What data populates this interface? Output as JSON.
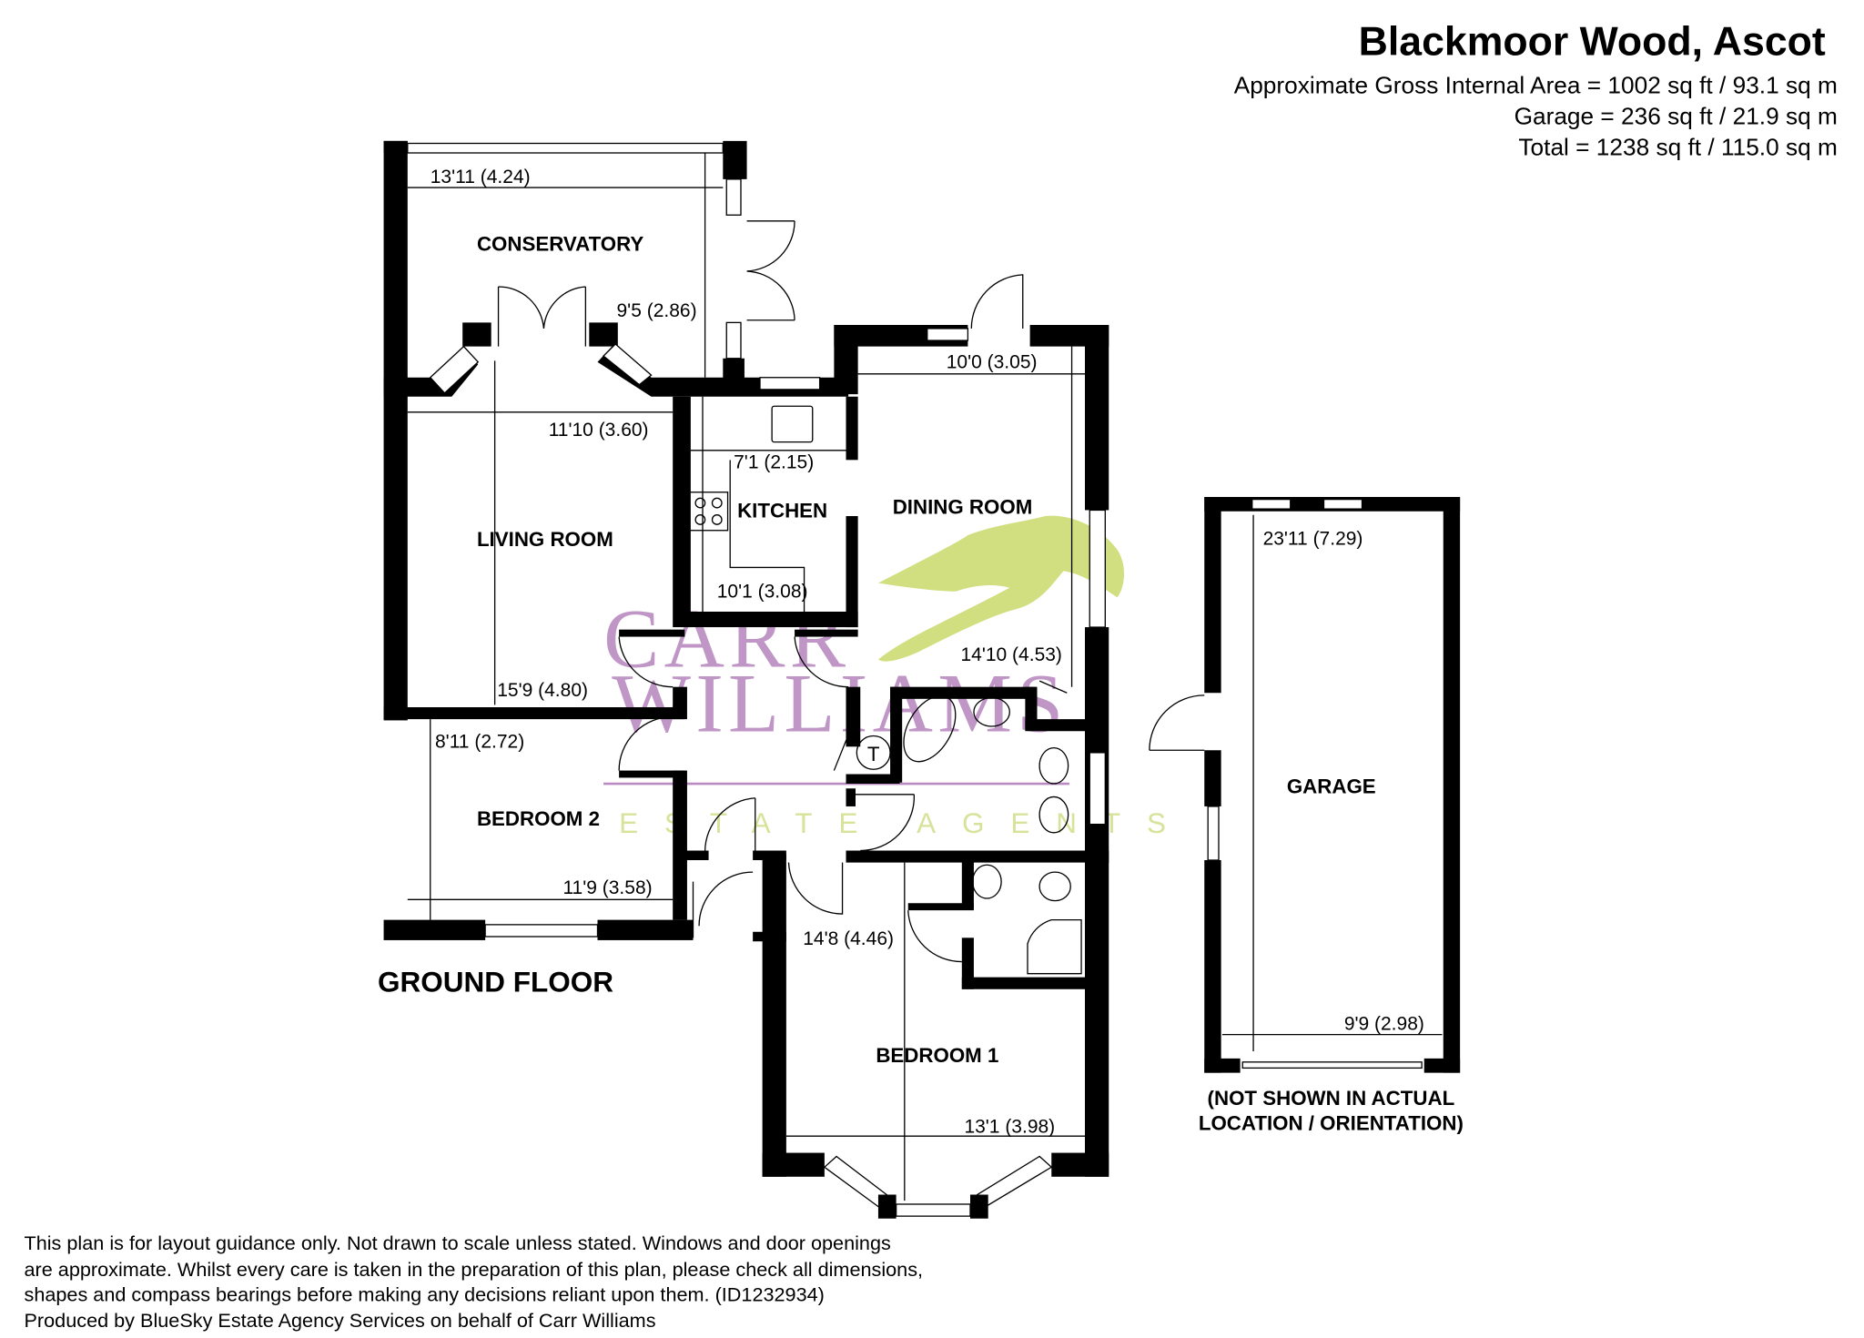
{
  "header": {
    "title": "Blackmoor Wood, Ascot",
    "area_lines": [
      "Approximate Gross Internal Area = 1002 sq ft / 93.1 sq m",
      "Garage = 236 sq ft / 21.9 sq m",
      "Total = 1238 sq ft / 115.0 sq m"
    ]
  },
  "floor_label": "GROUND FLOOR",
  "rooms": {
    "conservatory": {
      "name": "CONSERVATORY",
      "dims": [
        "13'11 (4.24)",
        "9'5 (2.86)"
      ]
    },
    "living_room": {
      "name": "LIVING ROOM",
      "dims": [
        "11'10 (3.60)",
        "15'9 (4.80)"
      ]
    },
    "kitchen": {
      "name": "KITCHEN",
      "dims": [
        "7'1 (2.15)",
        "10'1 (3.08)"
      ]
    },
    "dining_room": {
      "name": "DINING ROOM",
      "dims": [
        "10'0 (3.05)",
        "14'10 (4.53)"
      ]
    },
    "bedroom_2": {
      "name": "BEDROOM 2",
      "dims": [
        "8'11 (2.72)",
        "11'9 (3.58)"
      ]
    },
    "bedroom_1": {
      "name": "BEDROOM 1",
      "dims": [
        "14'8 (4.46)",
        "13'1 (3.98)"
      ]
    },
    "garage": {
      "name": "GARAGE",
      "dims": [
        "23'11 (7.29)",
        "9'9 (2.98)"
      ]
    },
    "cupboard_label": "T"
  },
  "garage_note": [
    "(NOT SHOWN IN ACTUAL",
    "LOCATION / ORIENTATION)"
  ],
  "watermark": {
    "line1": "CARR",
    "line2": "WILLIAMS",
    "line3": "ESTATE AGENTS"
  },
  "colors": {
    "watermark_purple": "#b98bc0",
    "watermark_green": "#c9d96a"
  },
  "disclaimer": [
    "This plan is for layout guidance only. Not drawn to scale unless stated. Windows and door openings",
    "are approximate. Whilst every care is taken in the preparation of this plan, please check all dimensions,",
    "shapes and compass bearings before making any decisions reliant upon them. (ID1232934)",
    "Produced by BlueSky Estate Agency Services on behalf of Carr Williams"
  ]
}
